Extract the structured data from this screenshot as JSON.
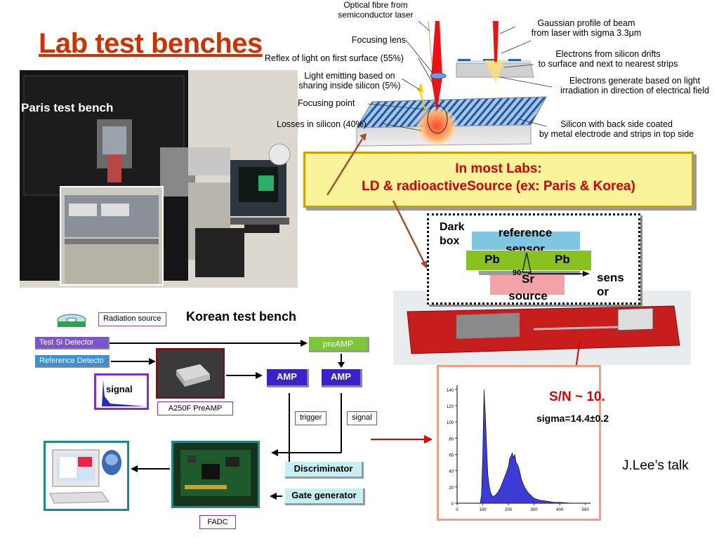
{
  "title": "Lab test benches",
  "laser_diagram": {
    "optical_fibre": "Optical fibre from\nsemiconductor laser",
    "gaussian": "Gaussian profile of beam\nfrom laser with sigma 3.3μm",
    "focusing_lens": "Focusing lens",
    "reflex": "Reflex of light on first surface (55%)",
    "electrons_drift": "Electrons from silicon drifts\nto surface and next to nearest strips",
    "light_emitting": "Light emitting based on\nsharing inside silicon (5%)",
    "electrons_generate": "Electrons generate based on light\nirradiation in direction of electrical field",
    "focusing_point": "Focusing point",
    "losses": "Losses in silicon (40%)",
    "silicon": "Silicon with back side coated\nby metal electrode and strips in top side"
  },
  "paris_label": "Paris test bench",
  "callout": {
    "line1": "In most Labs:",
    "line2": "LD & radioactiveSource (ex: Paris & Korea)"
  },
  "darkbox": {
    "label": "Dark\nbox",
    "reference": "reference\nsensor",
    "pb_left": "Pb",
    "pb_right": "Pb",
    "source_sup": "90",
    "source": "Sr\nsource",
    "sensor": "sens\nor"
  },
  "korean": {
    "title": "Korean test bench",
    "radiation_source": "Radiation source",
    "test_si": "Test Si Detector",
    "reference": "Reference Detecto",
    "preamp": "preAMP",
    "signal_box": "signal",
    "a250f": "A250F PreAMP",
    "amp1": "AMP",
    "amp2": "AMP",
    "trigger": "trigger",
    "signal": "signal",
    "discriminator": "Discriminator",
    "gate": "Gate generator",
    "fadc": "FADC"
  },
  "histogram": {
    "sn": "S/N ~ 10.",
    "sigma": "sigma=14.4±0.2",
    "y_ticks": [
      "140",
      "120",
      "100",
      "80",
      "60",
      "40",
      "20",
      "0"
    ],
    "x_ticks": [
      "0",
      "100",
      "200",
      "300",
      "400",
      "500"
    ]
  },
  "credit": "J.Lee’s talk",
  "colors": {
    "title": "#cc3300",
    "callout_bg": "#fbf39a",
    "callout_border": "#c8a000",
    "arrow_brown": "#a0522d",
    "sn_red": "#e00000",
    "hist_fill": "#3b3bd6",
    "amp_blue": "#3b22c8",
    "preamp_green": "#7cc63a",
    "test_purple": "#7b55d0",
    "reference_blue": "#3b8fdc"
  },
  "chart_data": {
    "type": "area",
    "title": "",
    "xlabel": "",
    "ylabel": "",
    "xlim": [
      0,
      520
    ],
    "ylim": [
      0,
      145
    ],
    "x": [
      90,
      95,
      100,
      105,
      110,
      115,
      120,
      125,
      130,
      135,
      140,
      150,
      160,
      170,
      180,
      190,
      200,
      205,
      210,
      215,
      220,
      225,
      230,
      235,
      240,
      245,
      250,
      255,
      260,
      270,
      280,
      290,
      300,
      320,
      340,
      360,
      380,
      400,
      450,
      500
    ],
    "values": [
      0,
      10,
      60,
      140,
      110,
      70,
      35,
      22,
      14,
      10,
      8,
      10,
      14,
      20,
      28,
      36,
      45,
      55,
      58,
      62,
      56,
      60,
      50,
      48,
      44,
      38,
      30,
      26,
      22,
      16,
      12,
      9,
      6,
      4,
      3,
      2,
      1,
      1,
      0,
      0
    ]
  }
}
